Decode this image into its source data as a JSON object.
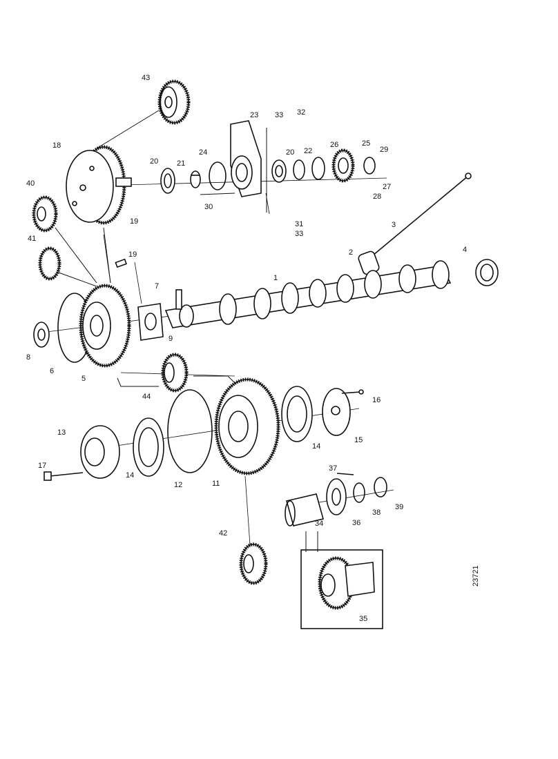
{
  "callouts": [
    {
      "id": "43",
      "text": "43"
    },
    {
      "id": "23",
      "text": "23"
    },
    {
      "id": "33a",
      "text": "33"
    },
    {
      "id": "32",
      "text": "32"
    },
    {
      "id": "18",
      "text": "18"
    },
    {
      "id": "20a",
      "text": "20"
    },
    {
      "id": "21",
      "text": "21"
    },
    {
      "id": "24",
      "text": "24"
    },
    {
      "id": "20b",
      "text": "20"
    },
    {
      "id": "22",
      "text": "22"
    },
    {
      "id": "26",
      "text": "26"
    },
    {
      "id": "25",
      "text": "25"
    },
    {
      "id": "29",
      "text": "29"
    },
    {
      "id": "40",
      "text": "40"
    },
    {
      "id": "27",
      "text": "27"
    },
    {
      "id": "28",
      "text": "28"
    },
    {
      "id": "30",
      "text": "30"
    },
    {
      "id": "19a",
      "text": "19"
    },
    {
      "id": "31",
      "text": "31"
    },
    {
      "id": "33b",
      "text": "33"
    },
    {
      "id": "3",
      "text": "3"
    },
    {
      "id": "41",
      "text": "41"
    },
    {
      "id": "19b",
      "text": "19"
    },
    {
      "id": "2",
      "text": "2"
    },
    {
      "id": "4",
      "text": "4"
    },
    {
      "id": "1",
      "text": "1"
    },
    {
      "id": "7",
      "text": "7"
    },
    {
      "id": "9",
      "text": "9"
    },
    {
      "id": "8",
      "text": "8"
    },
    {
      "id": "6",
      "text": "6"
    },
    {
      "id": "5",
      "text": "5"
    },
    {
      "id": "44",
      "text": "44"
    },
    {
      "id": "16",
      "text": "16"
    },
    {
      "id": "13",
      "text": "13"
    },
    {
      "id": "15",
      "text": "15"
    },
    {
      "id": "14a",
      "text": "14"
    },
    {
      "id": "17",
      "text": "17"
    },
    {
      "id": "14b",
      "text": "14"
    },
    {
      "id": "37",
      "text": "37"
    },
    {
      "id": "12",
      "text": "12"
    },
    {
      "id": "11",
      "text": "11"
    },
    {
      "id": "36",
      "text": "36"
    },
    {
      "id": "38",
      "text": "38"
    },
    {
      "id": "39",
      "text": "39"
    },
    {
      "id": "34",
      "text": "34"
    },
    {
      "id": "42",
      "text": "42"
    },
    {
      "id": "35",
      "text": "35"
    }
  ],
  "drawing_code": "23721"
}
